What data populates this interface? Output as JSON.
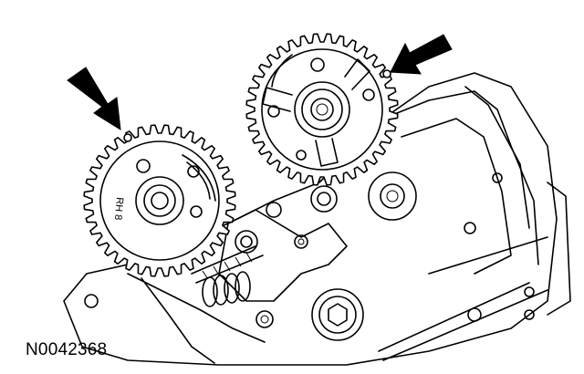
{
  "figure_id": "N0042368",
  "gear_marking": "RH 8",
  "colors": {
    "line": "#000000",
    "background": "#ffffff"
  },
  "parts": {
    "left_gear": "camshaft-sprocket-left",
    "right_gear": "camshaft-sprocket-right",
    "arrows": [
      "timing-mark-arrow-left",
      "timing-mark-arrow-right"
    ]
  }
}
